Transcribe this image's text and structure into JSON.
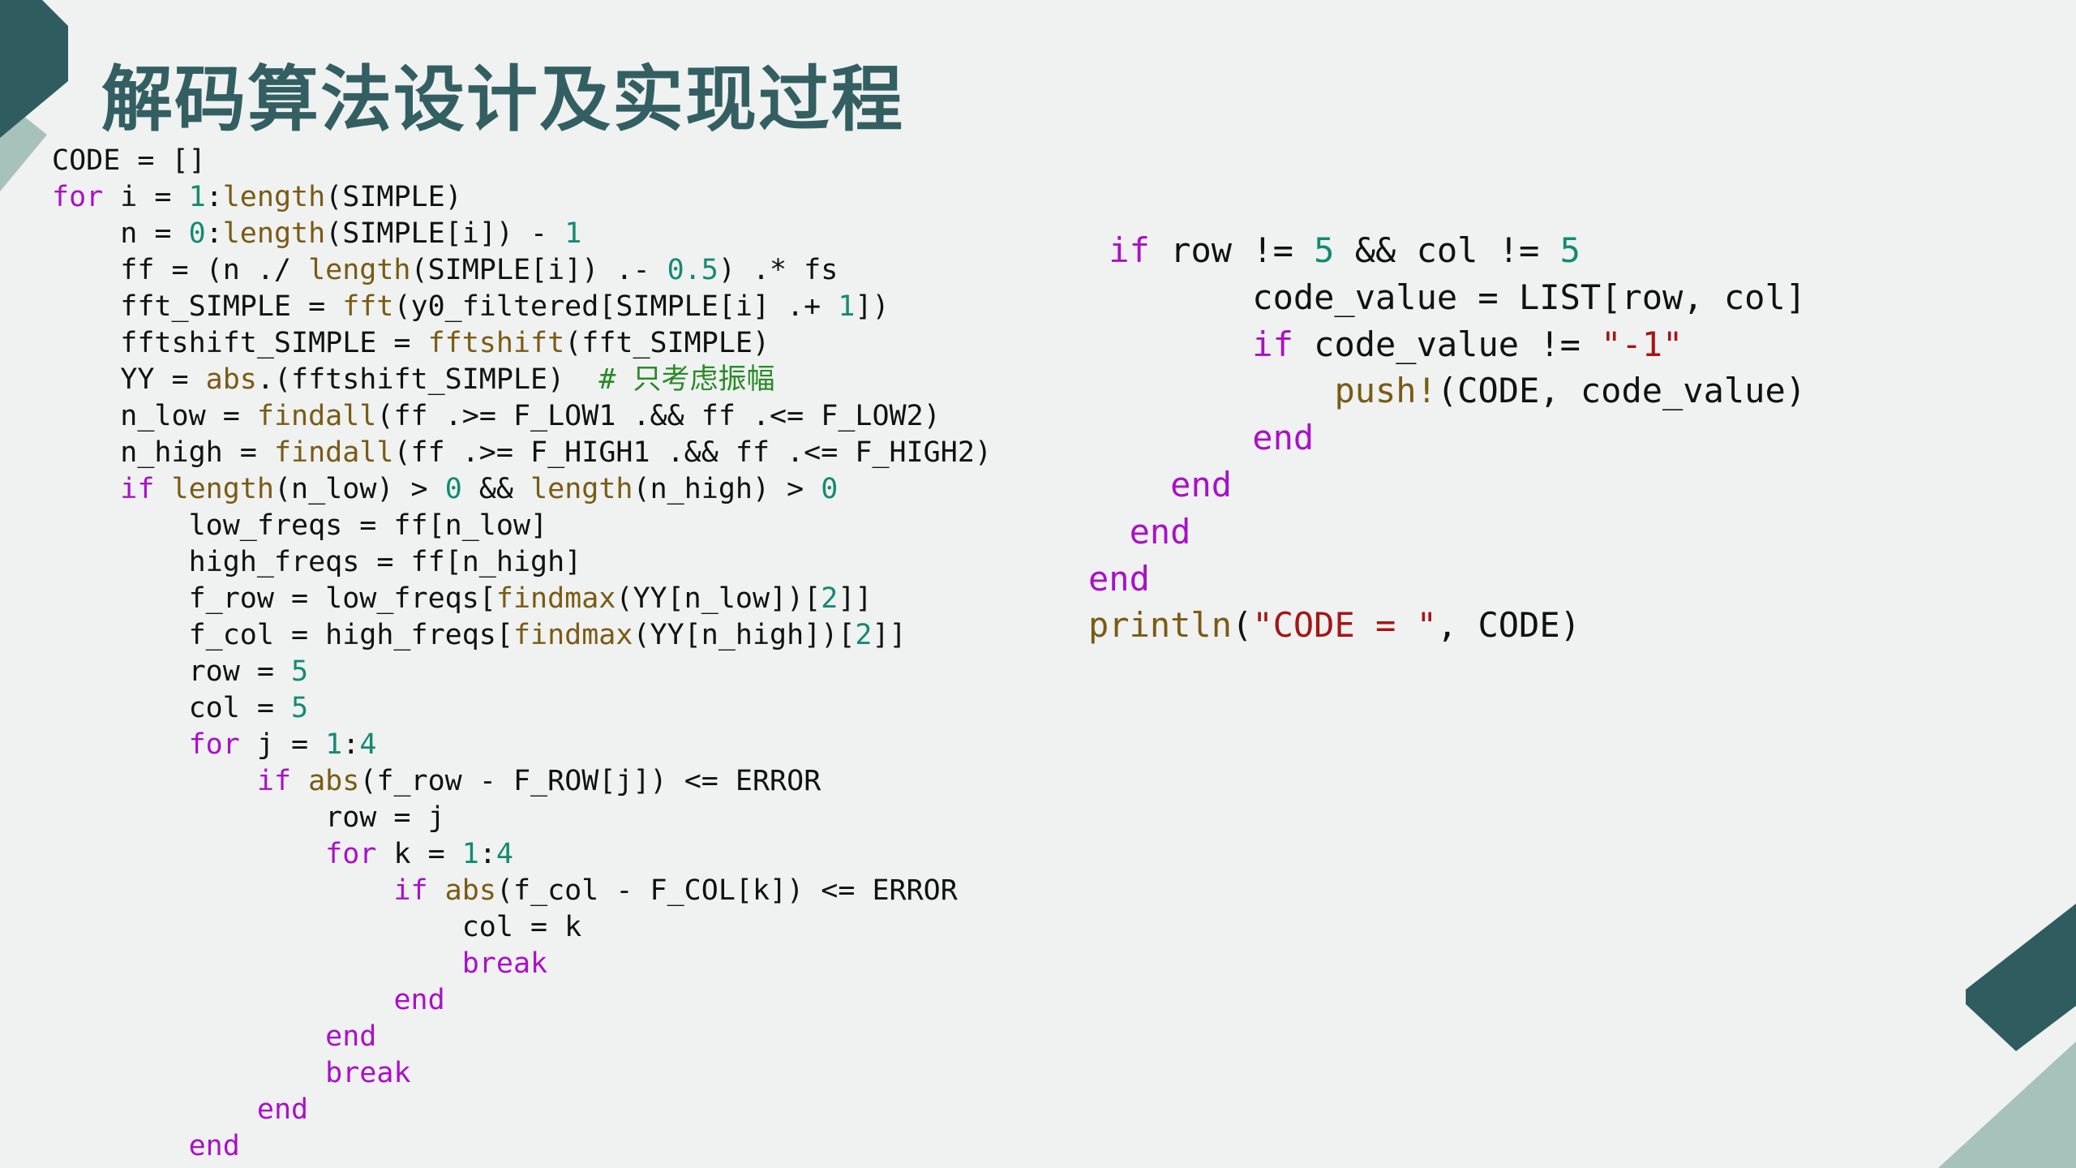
{
  "slide": {
    "title": "解码算法设计及实现过程"
  },
  "colors": {
    "background": "#eff2f1",
    "title": "#335f62",
    "deco_dark": "#2f5d5f",
    "deco_light": "#a7c1bb",
    "keyword": "#aa10c8",
    "function": "#7a5b14",
    "number": "#158a72",
    "string": "#a51616",
    "comment": "#2a8a28"
  },
  "code_left": {
    "lines": [
      [
        {
          "t": "CODE = []"
        }
      ],
      [
        {
          "t": "for",
          "c": "kw"
        },
        {
          "t": " i = "
        },
        {
          "t": "1",
          "c": "num"
        },
        {
          "t": ":"
        },
        {
          "t": "length",
          "c": "fn"
        },
        {
          "t": "(SIMPLE)"
        }
      ],
      [
        {
          "t": "    n = "
        },
        {
          "t": "0",
          "c": "num"
        },
        {
          "t": ":"
        },
        {
          "t": "length",
          "c": "fn"
        },
        {
          "t": "(SIMPLE[i]) - "
        },
        {
          "t": "1",
          "c": "num"
        }
      ],
      [
        {
          "t": "    ff = (n ./ "
        },
        {
          "t": "length",
          "c": "fn"
        },
        {
          "t": "(SIMPLE[i]) .- "
        },
        {
          "t": "0.5",
          "c": "num"
        },
        {
          "t": ") .* fs"
        }
      ],
      [
        {
          "t": "    fft_SIMPLE = "
        },
        {
          "t": "fft",
          "c": "fn"
        },
        {
          "t": "(y0_filtered[SIMPLE[i] .+ "
        },
        {
          "t": "1",
          "c": "num"
        },
        {
          "t": "])"
        }
      ],
      [
        {
          "t": "    fftshift_SIMPLE = "
        },
        {
          "t": "fftshift",
          "c": "fn"
        },
        {
          "t": "(fft_SIMPLE)"
        }
      ],
      [
        {
          "t": "    YY = "
        },
        {
          "t": "abs",
          "c": "fn"
        },
        {
          "t": ".(fftshift_SIMPLE)  "
        },
        {
          "t": "# 只考虑振幅",
          "c": "cm"
        }
      ],
      [
        {
          "t": "    n_low = "
        },
        {
          "t": "findall",
          "c": "fn"
        },
        {
          "t": "(ff .>= F_LOW1 .&& ff .<= F_LOW2)"
        }
      ],
      [
        {
          "t": "    n_high = "
        },
        {
          "t": "findall",
          "c": "fn"
        },
        {
          "t": "(ff .>= F_HIGH1 .&& ff .<= F_HIGH2)"
        }
      ],
      [
        {
          "t": "    "
        },
        {
          "t": "if",
          "c": "kw"
        },
        {
          "t": " "
        },
        {
          "t": "length",
          "c": "fn"
        },
        {
          "t": "(n_low) > "
        },
        {
          "t": "0",
          "c": "num"
        },
        {
          "t": " && "
        },
        {
          "t": "length",
          "c": "fn"
        },
        {
          "t": "(n_high) > "
        },
        {
          "t": "0",
          "c": "num"
        }
      ],
      [
        {
          "t": "        low_freqs = ff[n_low]"
        }
      ],
      [
        {
          "t": "        high_freqs = ff[n_high]"
        }
      ],
      [
        {
          "t": "        f_row = low_freqs["
        },
        {
          "t": "findmax",
          "c": "fn"
        },
        {
          "t": "(YY[n_low])["
        },
        {
          "t": "2",
          "c": "num"
        },
        {
          "t": "]]"
        }
      ],
      [
        {
          "t": "        f_col = high_freqs["
        },
        {
          "t": "findmax",
          "c": "fn"
        },
        {
          "t": "(YY[n_high])["
        },
        {
          "t": "2",
          "c": "num"
        },
        {
          "t": "]]"
        }
      ],
      [
        {
          "t": "        row = "
        },
        {
          "t": "5",
          "c": "num"
        }
      ],
      [
        {
          "t": "        col = "
        },
        {
          "t": "5",
          "c": "num"
        }
      ],
      [
        {
          "t": "        "
        },
        {
          "t": "for",
          "c": "kw"
        },
        {
          "t": " j = "
        },
        {
          "t": "1",
          "c": "num"
        },
        {
          "t": ":"
        },
        {
          "t": "4",
          "c": "num"
        }
      ],
      [
        {
          "t": "            "
        },
        {
          "t": "if",
          "c": "kw"
        },
        {
          "t": " "
        },
        {
          "t": "abs",
          "c": "fn"
        },
        {
          "t": "(f_row - F_ROW[j]) <= ERROR"
        }
      ],
      [
        {
          "t": "                row = j"
        }
      ],
      [
        {
          "t": "                "
        },
        {
          "t": "for",
          "c": "kw"
        },
        {
          "t": " k = "
        },
        {
          "t": "1",
          "c": "num"
        },
        {
          "t": ":"
        },
        {
          "t": "4",
          "c": "num"
        }
      ],
      [
        {
          "t": "                    "
        },
        {
          "t": "if",
          "c": "kw"
        },
        {
          "t": " "
        },
        {
          "t": "abs",
          "c": "fn"
        },
        {
          "t": "(f_col - F_COL[k]) <= ERROR"
        }
      ],
      [
        {
          "t": "                        col = k"
        }
      ],
      [
        {
          "t": "                        "
        },
        {
          "t": "break",
          "c": "kw"
        }
      ],
      [
        {
          "t": "                    "
        },
        {
          "t": "end",
          "c": "kw"
        }
      ],
      [
        {
          "t": "                "
        },
        {
          "t": "end",
          "c": "kw"
        }
      ],
      [
        {
          "t": "                "
        },
        {
          "t": "break",
          "c": "kw"
        }
      ],
      [
        {
          "t": "            "
        },
        {
          "t": "end",
          "c": "kw"
        }
      ],
      [
        {
          "t": "        "
        },
        {
          "t": "end",
          "c": "kw"
        }
      ]
    ]
  },
  "code_right": {
    "lines": [
      [
        {
          "t": " "
        },
        {
          "t": "if",
          "c": "kw"
        },
        {
          "t": " row != "
        },
        {
          "t": "5",
          "c": "num"
        },
        {
          "t": " && col != "
        },
        {
          "t": "5",
          "c": "num"
        }
      ],
      [
        {
          "t": "        code_value = LIST[row, col]"
        }
      ],
      [
        {
          "t": "        "
        },
        {
          "t": "if",
          "c": "kw"
        },
        {
          "t": " code_value != "
        },
        {
          "t": "\"-1\"",
          "c": "str"
        }
      ],
      [
        {
          "t": "            "
        },
        {
          "t": "push!",
          "c": "fn"
        },
        {
          "t": "(CODE, code_value)"
        }
      ],
      [
        {
          "t": "        "
        },
        {
          "t": "end",
          "c": "kw"
        }
      ],
      [
        {
          "t": "    "
        },
        {
          "t": "end",
          "c": "kw"
        }
      ],
      [
        {
          "t": "  "
        },
        {
          "t": "end",
          "c": "kw"
        }
      ],
      [
        {
          "t": "end",
          "c": "kw"
        }
      ],
      [
        {
          "t": "println",
          "c": "fn"
        },
        {
          "t": "("
        },
        {
          "t": "\"CODE = \"",
          "c": "str"
        },
        {
          "t": ", CODE)"
        }
      ]
    ]
  }
}
